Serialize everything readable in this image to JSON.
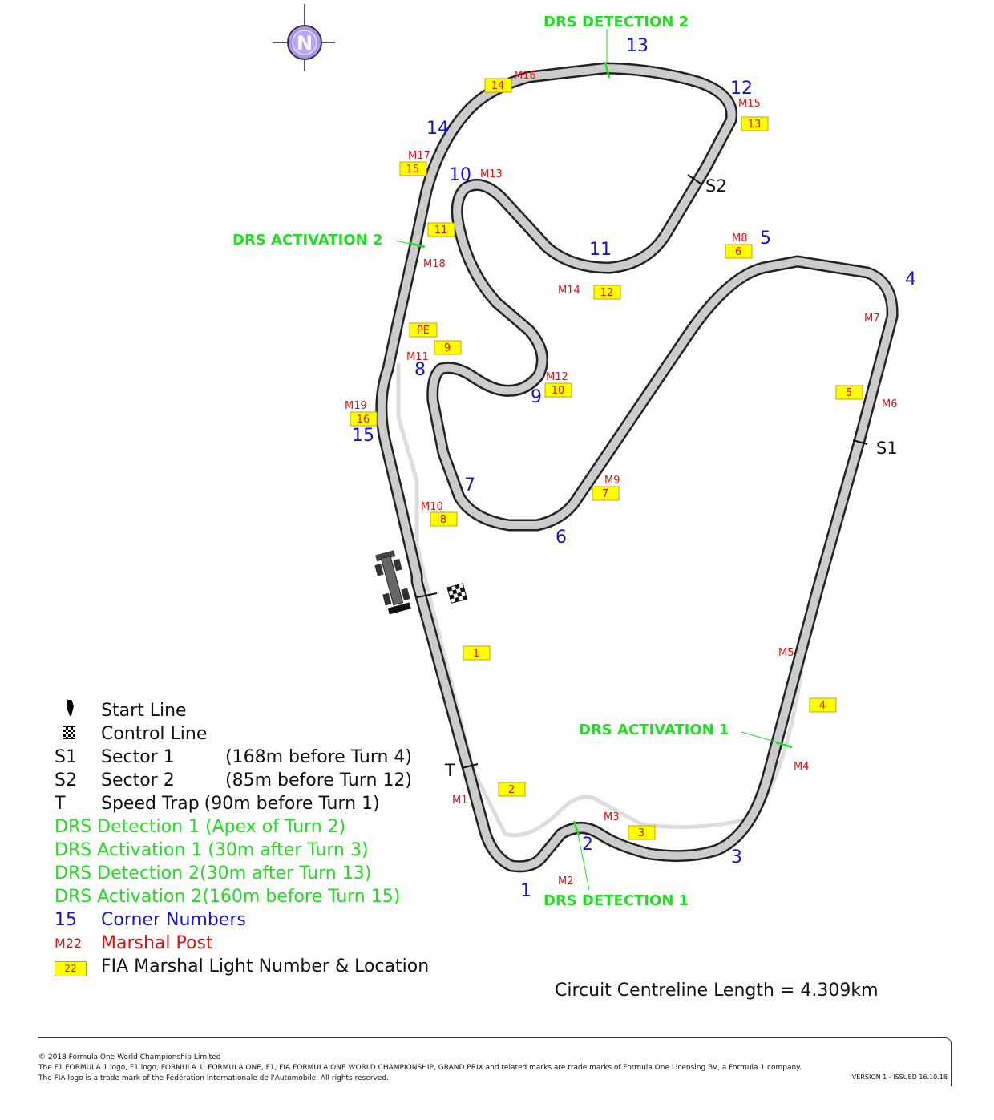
{
  "compass": {
    "letter": "N"
  },
  "corners": [
    "1",
    "2",
    "3",
    "4",
    "5",
    "6",
    "7",
    "8",
    "9",
    "10",
    "11",
    "12",
    "13",
    "14",
    "15"
  ],
  "marshal_posts": [
    "M1",
    "M2",
    "M3",
    "M4",
    "M5",
    "M6",
    "M7",
    "M8",
    "M9",
    "M10",
    "M11",
    "M12",
    "M13",
    "M14",
    "M15",
    "M16",
    "M17",
    "M18",
    "M19"
  ],
  "marshal_lights": [
    "1",
    "2",
    "3",
    "4",
    "5",
    "6",
    "7",
    "8",
    "9",
    "10",
    "11",
    "12",
    "13",
    "14",
    "15",
    "16",
    "PE"
  ],
  "drs_labels": {
    "detection_1": "DRS DETECTION 1",
    "detection_2": "DRS DETECTION 2",
    "activation_1": "DRS ACTIVATION 1",
    "activation_2": "DRS ACTIVATION 2"
  },
  "sectors": {
    "s1": "S1",
    "s2": "S2",
    "speed_trap": "T"
  },
  "legend": [
    {
      "symbol": "",
      "name": "Start Line",
      "detail": "",
      "color": "black",
      "icon": "start-line-icon"
    },
    {
      "symbol": "",
      "name": "Control Line",
      "detail": "",
      "color": "black",
      "icon": "checkered-flag-icon"
    },
    {
      "symbol": "S1",
      "name": "Sector 1",
      "detail": "(168m before Turn 4)",
      "color": "black"
    },
    {
      "symbol": "S2",
      "name": "Sector 2",
      "detail": "(85m before Turn 12)",
      "color": "black"
    },
    {
      "symbol": "T",
      "name": "Speed Trap",
      "detail": "(90m before Turn 1)",
      "color": "black"
    },
    {
      "symbol": "",
      "name": "DRS Detection 1 (Apex of Turn 2)",
      "detail": "",
      "color": "green"
    },
    {
      "symbol": "",
      "name": "DRS Activation 1 (30m after Turn 3)",
      "detail": "",
      "color": "green"
    },
    {
      "symbol": "",
      "name": "DRS Detection 2(30m after Turn 13)",
      "detail": "",
      "color": "green"
    },
    {
      "symbol": "",
      "name": "DRS Activation 2(160m before Turn 15)",
      "detail": "",
      "color": "green"
    },
    {
      "symbol": "15",
      "name": "Corner Numbers",
      "detail": "",
      "color": "blue"
    },
    {
      "symbol": "M22",
      "name": "Marshal Post",
      "detail": "",
      "color": "red"
    },
    {
      "symbol": "22",
      "name": "FIA Marshal Light Number & Location",
      "detail": "",
      "color": "black",
      "boxed": true
    }
  ],
  "circuit_length": "Circuit Centreline Length = 4.309km",
  "footer": {
    "copyright": "© 2018 Formula One World Championship Limited",
    "trademark": "The F1 FORMULA 1 logo, F1 logo, FORMULA 1, FORMULA ONE, F1, FIA FORMULA ONE WORLD CHAMPIONSHIP, GRAND PRIX and related marks are trade marks of Formula One Licensing BV, a Formula 1 company. The FIA logo is a trade mark of the Fédération Internationale de l'Automobile. All rights reserved.",
    "version": "VERSION 1 - ISSUED 16.10.18"
  },
  "colors": {
    "track": "#cccccc",
    "track_edge": "#222222",
    "corner": "#1414c8",
    "marshal": "#e01010",
    "drs": "#22dd22",
    "light_box": "#ffff00"
  }
}
